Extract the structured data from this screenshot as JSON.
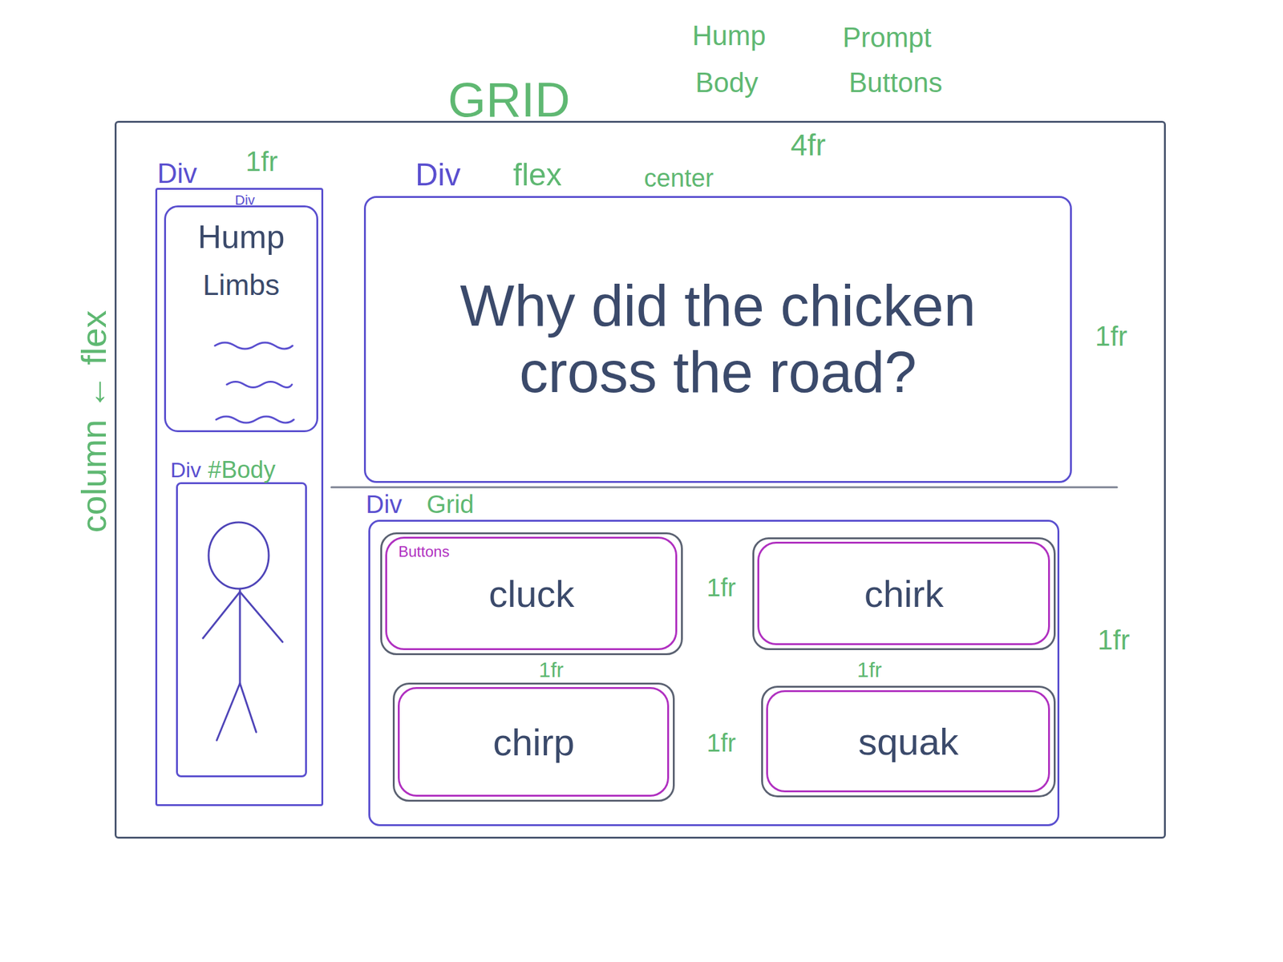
{
  "diagram": {
    "nodes": [
      {
        "text": [
          "GRID"
        ]
      },
      {
        "text": [
          "Div"
        ],
        "in": 0
      },
      {
        "text": [
          "Div",
          "Hump",
          "Limbs"
        ],
        "in": 1
      },
      {
        "text": [
          "Div",
          "#Body"
        ],
        "in": 1
      },
      {
        "text": [
          "Div",
          "flex",
          "center",
          "Why did the chicken cross the road?"
        ],
        "in": 0
      },
      {
        "text": [
          "Div",
          "Grid"
        ],
        "in": 0
      },
      {
        "text": [
          "Buttons",
          "cluck"
        ],
        "in": 5
      },
      {
        "text": [
          "chirk"
        ],
        "in": 5
      },
      {
        "text": [
          "chirp"
        ],
        "in": 5
      },
      {
        "text": [
          "squak"
        ],
        "in": 5
      }
    ],
    "labels": [
      "Hump",
      "Body",
      "Prompt",
      "Buttons",
      "4fr",
      "column ← flex",
      "1fr",
      "1fr",
      "1fr",
      "1fr",
      "1fr",
      "1fr",
      "1fr"
    ]
  }
}
